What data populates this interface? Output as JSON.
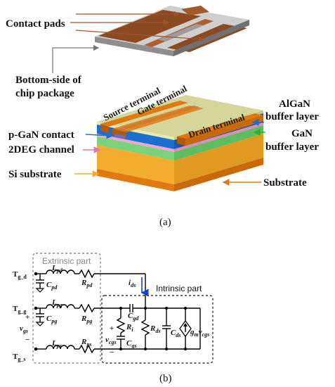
{
  "figure_a": {
    "labels": {
      "contact_pads": "Contact pads",
      "bottom_side_l1": "Bottom-side of",
      "bottom_side_l2": "chip package",
      "source_terminal": "Source terminal",
      "gate_terminal": "Gate terminal",
      "drain_terminal": "Drain terminal",
      "algan_l1": "AlGaN",
      "algan_l2": "buffer layer",
      "gan_l1": "GaN",
      "gan_l2": "buffer layer",
      "pgan": "p-GaN contact",
      "twodeg": "2DEG channel",
      "si_substrate": "Si substrate",
      "substrate": "Substrate"
    },
    "caption": "(a)",
    "colors": {
      "pad_brown": "#8b4a22",
      "package_gray": "#b9b9b9",
      "algan": "#d9d9a0",
      "gan_blue": "#1a6fd0",
      "green": "#7ad27a",
      "pink": "#e9a3c8",
      "si_orange": "#f2ac2e",
      "substrate_orange": "#e07a10"
    }
  },
  "figure_b": {
    "extrinsic_label": "Extrinsic part",
    "intrinsic_label": "Intrinsic part",
    "terminals": {
      "d_main": "T",
      "d_sub": "g_d",
      "g_main": "T",
      "g_sub": "g_g",
      "s_main": "T",
      "s_sub": "g_s"
    },
    "components": {
      "Lpd": {
        "main": "L",
        "sub": "pd"
      },
      "Rpd": {
        "main": "R",
        "sub": "pd"
      },
      "Cpd": {
        "main": "C",
        "sub": "pd"
      },
      "Lpg": {
        "main": "L",
        "sub": "pg"
      },
      "Rpg": {
        "main": "R",
        "sub": "pg"
      },
      "Cpg": {
        "main": "C",
        "sub": "pg"
      },
      "Lps": {
        "main": "L",
        "sub": "ps"
      },
      "Rps": {
        "main": "R",
        "sub": "ps"
      },
      "Cgd": {
        "main": "C",
        "sub": "gd"
      },
      "Ri": {
        "main": "R",
        "sub": "i"
      },
      "Cgs": {
        "main": "C",
        "sub": "gs"
      },
      "Rds": {
        "main": "R",
        "sub": "ds"
      },
      "Cds": {
        "main": "C",
        "sub": "ds"
      },
      "gm": {
        "main": "g",
        "sub": "m",
        "main2": "v",
        "sub2": "cgs"
      },
      "vcgs": {
        "main": "v",
        "sub": "cgs"
      },
      "vgs": {
        "main": "v",
        "sub": "gs"
      },
      "ids": {
        "main": "i",
        "sub": "ds"
      }
    },
    "plus": "+",
    "minus": "−",
    "caption": "(b)"
  }
}
